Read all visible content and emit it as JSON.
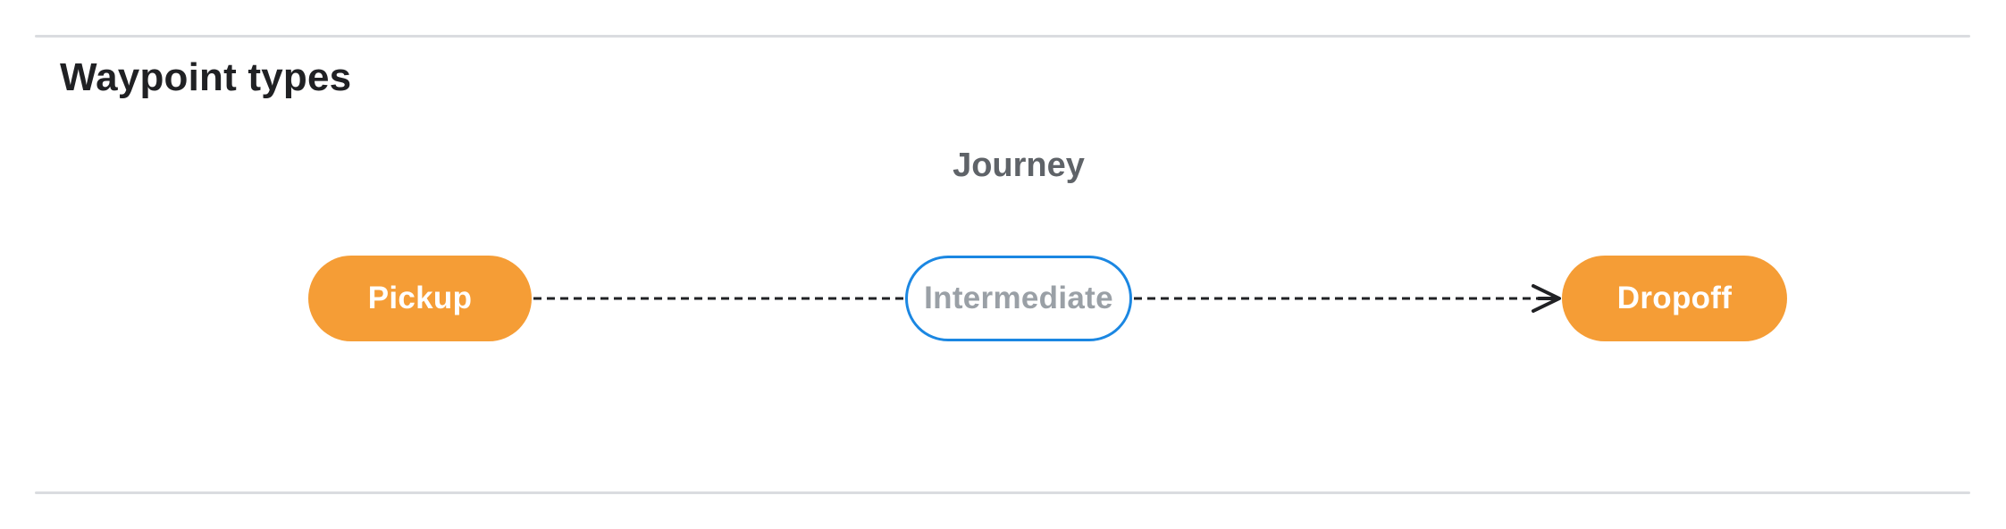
{
  "page": {
    "title": "Waypoint types"
  },
  "diagram": {
    "group_label": "Journey",
    "nodes": [
      {
        "id": "pickup",
        "label": "Pickup",
        "style": "filled-orange"
      },
      {
        "id": "intermediate",
        "label": "Intermediate",
        "style": "outlined-blue"
      },
      {
        "id": "dropoff",
        "label": "Dropoff",
        "style": "filled-orange"
      }
    ],
    "edges": [
      {
        "from": "pickup",
        "to": "intermediate",
        "style": "dashed",
        "arrowhead": false
      },
      {
        "from": "intermediate",
        "to": "dropoff",
        "style": "dashed",
        "arrowhead": true
      }
    ]
  },
  "colors": {
    "background": "#FFFFFF",
    "heading": "#202124",
    "journey_label": "#5F6368",
    "divider": "#DADCE0",
    "connector": "#202124",
    "node_fill_orange": "#F59D36",
    "node_text_on_orange": "#FFFFFF",
    "node_outline_blue": "#1B87E2",
    "node_text_gray": "#9AA0A6"
  }
}
